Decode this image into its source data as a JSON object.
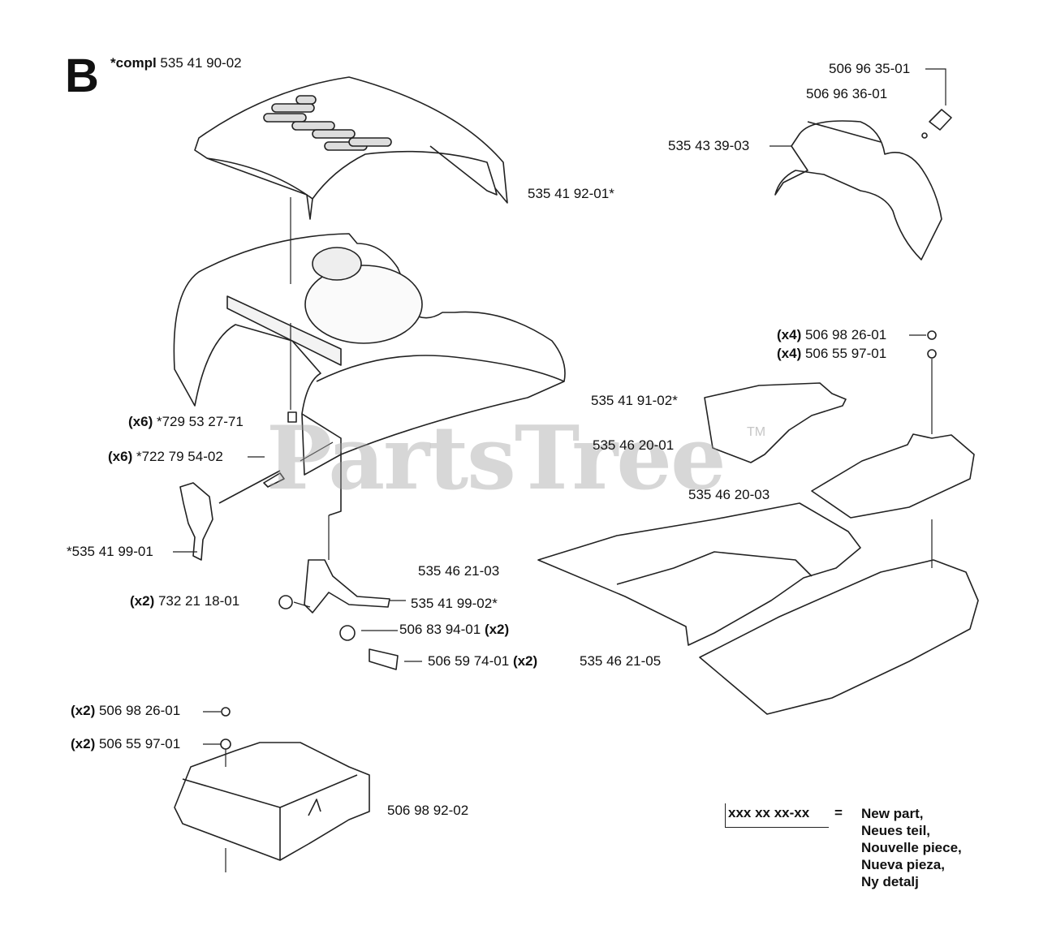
{
  "section_letter": "B",
  "watermark": {
    "text": "PartsTree",
    "tm": "TM"
  },
  "labels": {
    "compl": {
      "qty": "",
      "prefix": "*compl ",
      "code": "535 41 90-02"
    },
    "p535419201": {
      "qty": "",
      "prefix": "",
      "code": "535 41 92-01*"
    },
    "p506963501": {
      "qty": "",
      "prefix": "",
      "code": "506 96 35-01"
    },
    "p506963601": {
      "qty": "",
      "prefix": "",
      "code": "506 96 36-01"
    },
    "p535433903": {
      "qty": "",
      "prefix": "",
      "code": "535 43 39-03"
    },
    "p506982601a": {
      "qty": "(x4)",
      "prefix": "",
      "code": "506 98 26-01"
    },
    "p506559701a": {
      "qty": "(x4)",
      "prefix": "",
      "code": "506 55 97-01"
    },
    "p535419102": {
      "qty": "",
      "prefix": "",
      "code": "535 41 91-02*"
    },
    "p535462001": {
      "qty": "",
      "prefix": "",
      "code": "535 46 20-01"
    },
    "p535462003": {
      "qty": "",
      "prefix": "",
      "code": "535 46 20-03"
    },
    "p729532771": {
      "qty": "(x6)",
      "prefix": "",
      "code": "*729 53 27-71"
    },
    "p722795402": {
      "qty": "(x6)",
      "prefix": "",
      "code": "*722 79 54-02"
    },
    "p535419901": {
      "qty": "",
      "prefix": "",
      "code": "*535 41 99-01"
    },
    "p535462103": {
      "qty": "",
      "prefix": "",
      "code": "535 46 21-03"
    },
    "p732211801": {
      "qty": "(x2)",
      "prefix": "",
      "code": "732 21 18-01"
    },
    "p535419902": {
      "qty": "",
      "prefix": "",
      "code": "535 41 99-02*"
    },
    "p506839401": {
      "qty": "(x2)",
      "prefix": "",
      "code": "506 83 94-01"
    },
    "p506597401": {
      "qty": "(x2)",
      "prefix": "",
      "code": "506 59 74-01"
    },
    "p535462105": {
      "qty": "",
      "prefix": "",
      "code": "535 46 21-05"
    },
    "p506982601b": {
      "qty": "(x2)",
      "prefix": "",
      "code": "506 98 26-01"
    },
    "p506559701b": {
      "qty": "(x2)",
      "prefix": "",
      "code": "506 55 97-01"
    },
    "p506989202": {
      "qty": "",
      "prefix": "",
      "code": "506 98 92-02"
    }
  },
  "legend": {
    "code": "xxx xx xx-xx",
    "equals": "=",
    "meanings": [
      "New part,",
      "Neues teil,",
      "Nouvelle piece,",
      "Nueva pieza,",
      "Ny detalj"
    ]
  }
}
